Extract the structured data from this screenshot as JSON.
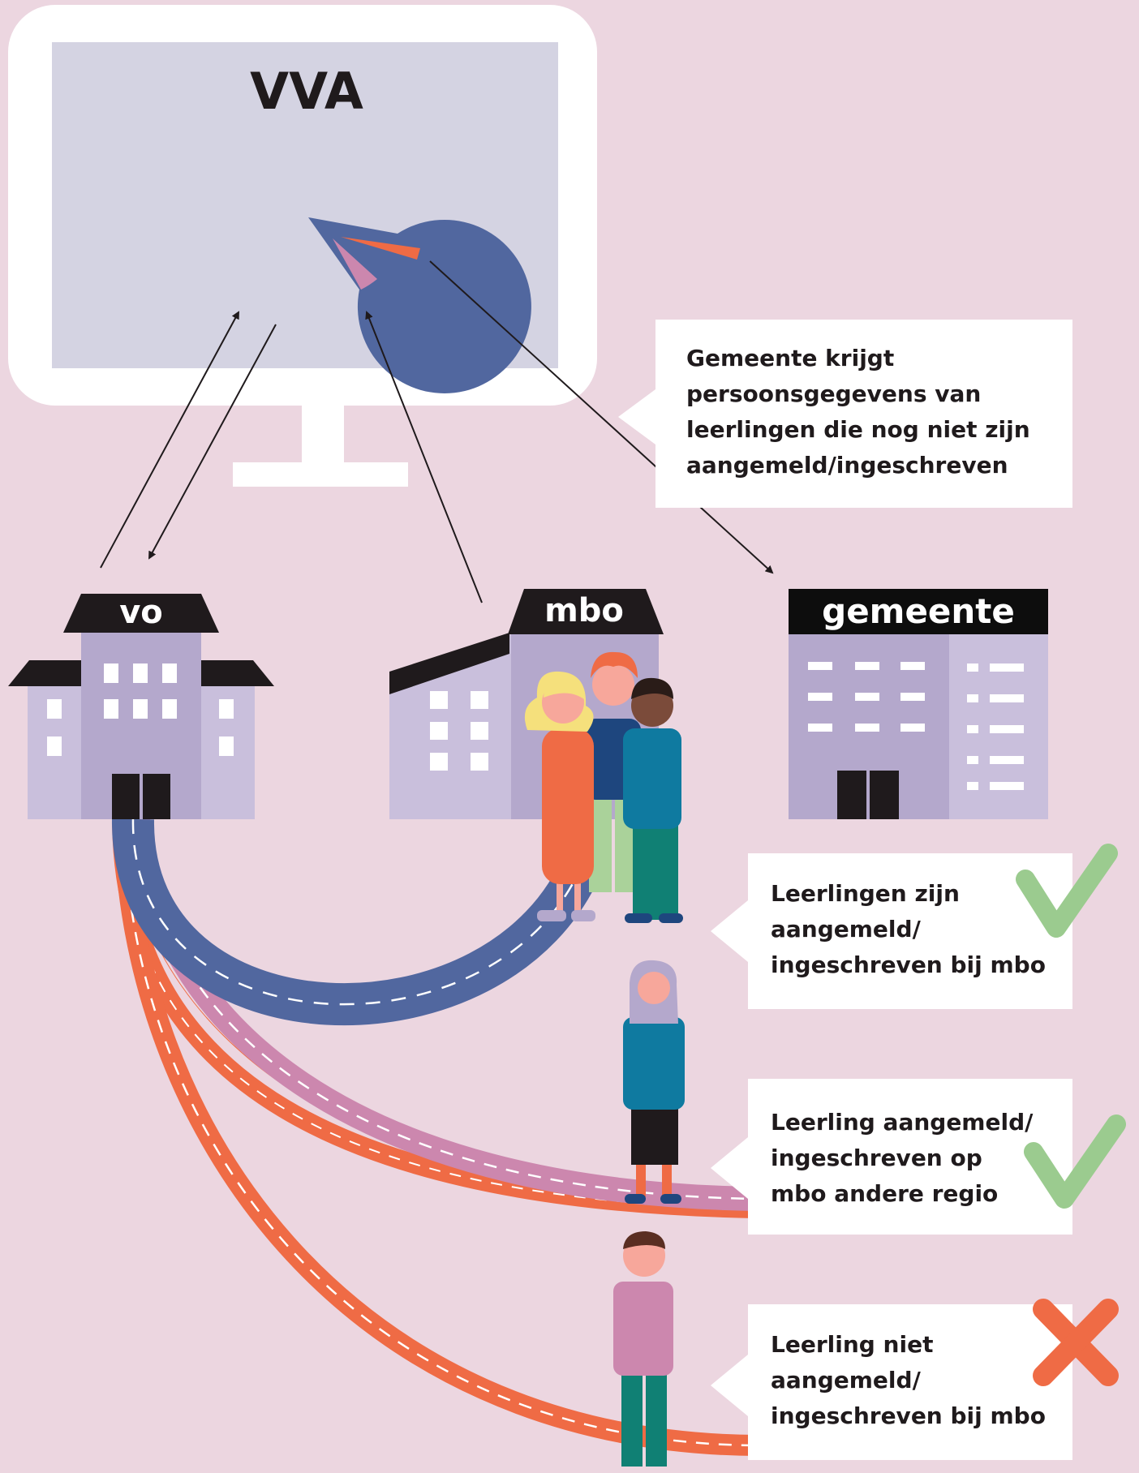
{
  "screen_title": "VVA",
  "buildings": {
    "vo": "vo",
    "mbo": "mbo",
    "gemeente": "gemeente"
  },
  "callouts": {
    "gemeente_info": "Gemeente krijgt\npersoonsgegevens van\nleerlingen die nog niet zijn\naangemeld/ingeschreven",
    "mbo_registered": "Leerlingen zijn\naangemeld/\ningeschreven bij mbo",
    "other_region": "Leerling aangemeld/\ningeschreven op\nmbo andere regio",
    "not_registered": "Leerling niet\naangemeld/\ningeschreven bij mbo"
  },
  "status_marks": {
    "mbo_registered": "check-icon",
    "other_region": "check-icon",
    "not_registered": "cross-icon"
  },
  "colors": {
    "background": "#ecd6e0",
    "screen": "#d4d3e2",
    "pie_main": "#51679f",
    "pie_pink": "#cc87ae",
    "pie_orange": "#ef6b45",
    "building_light": "#c9bfdc",
    "building_mid": "#b4a8cc",
    "road_blue": "#51679f",
    "road_pink": "#cc87ae",
    "road_orange": "#ef6b45",
    "check": "#9bcb8f",
    "cross": "#ef6b45"
  }
}
